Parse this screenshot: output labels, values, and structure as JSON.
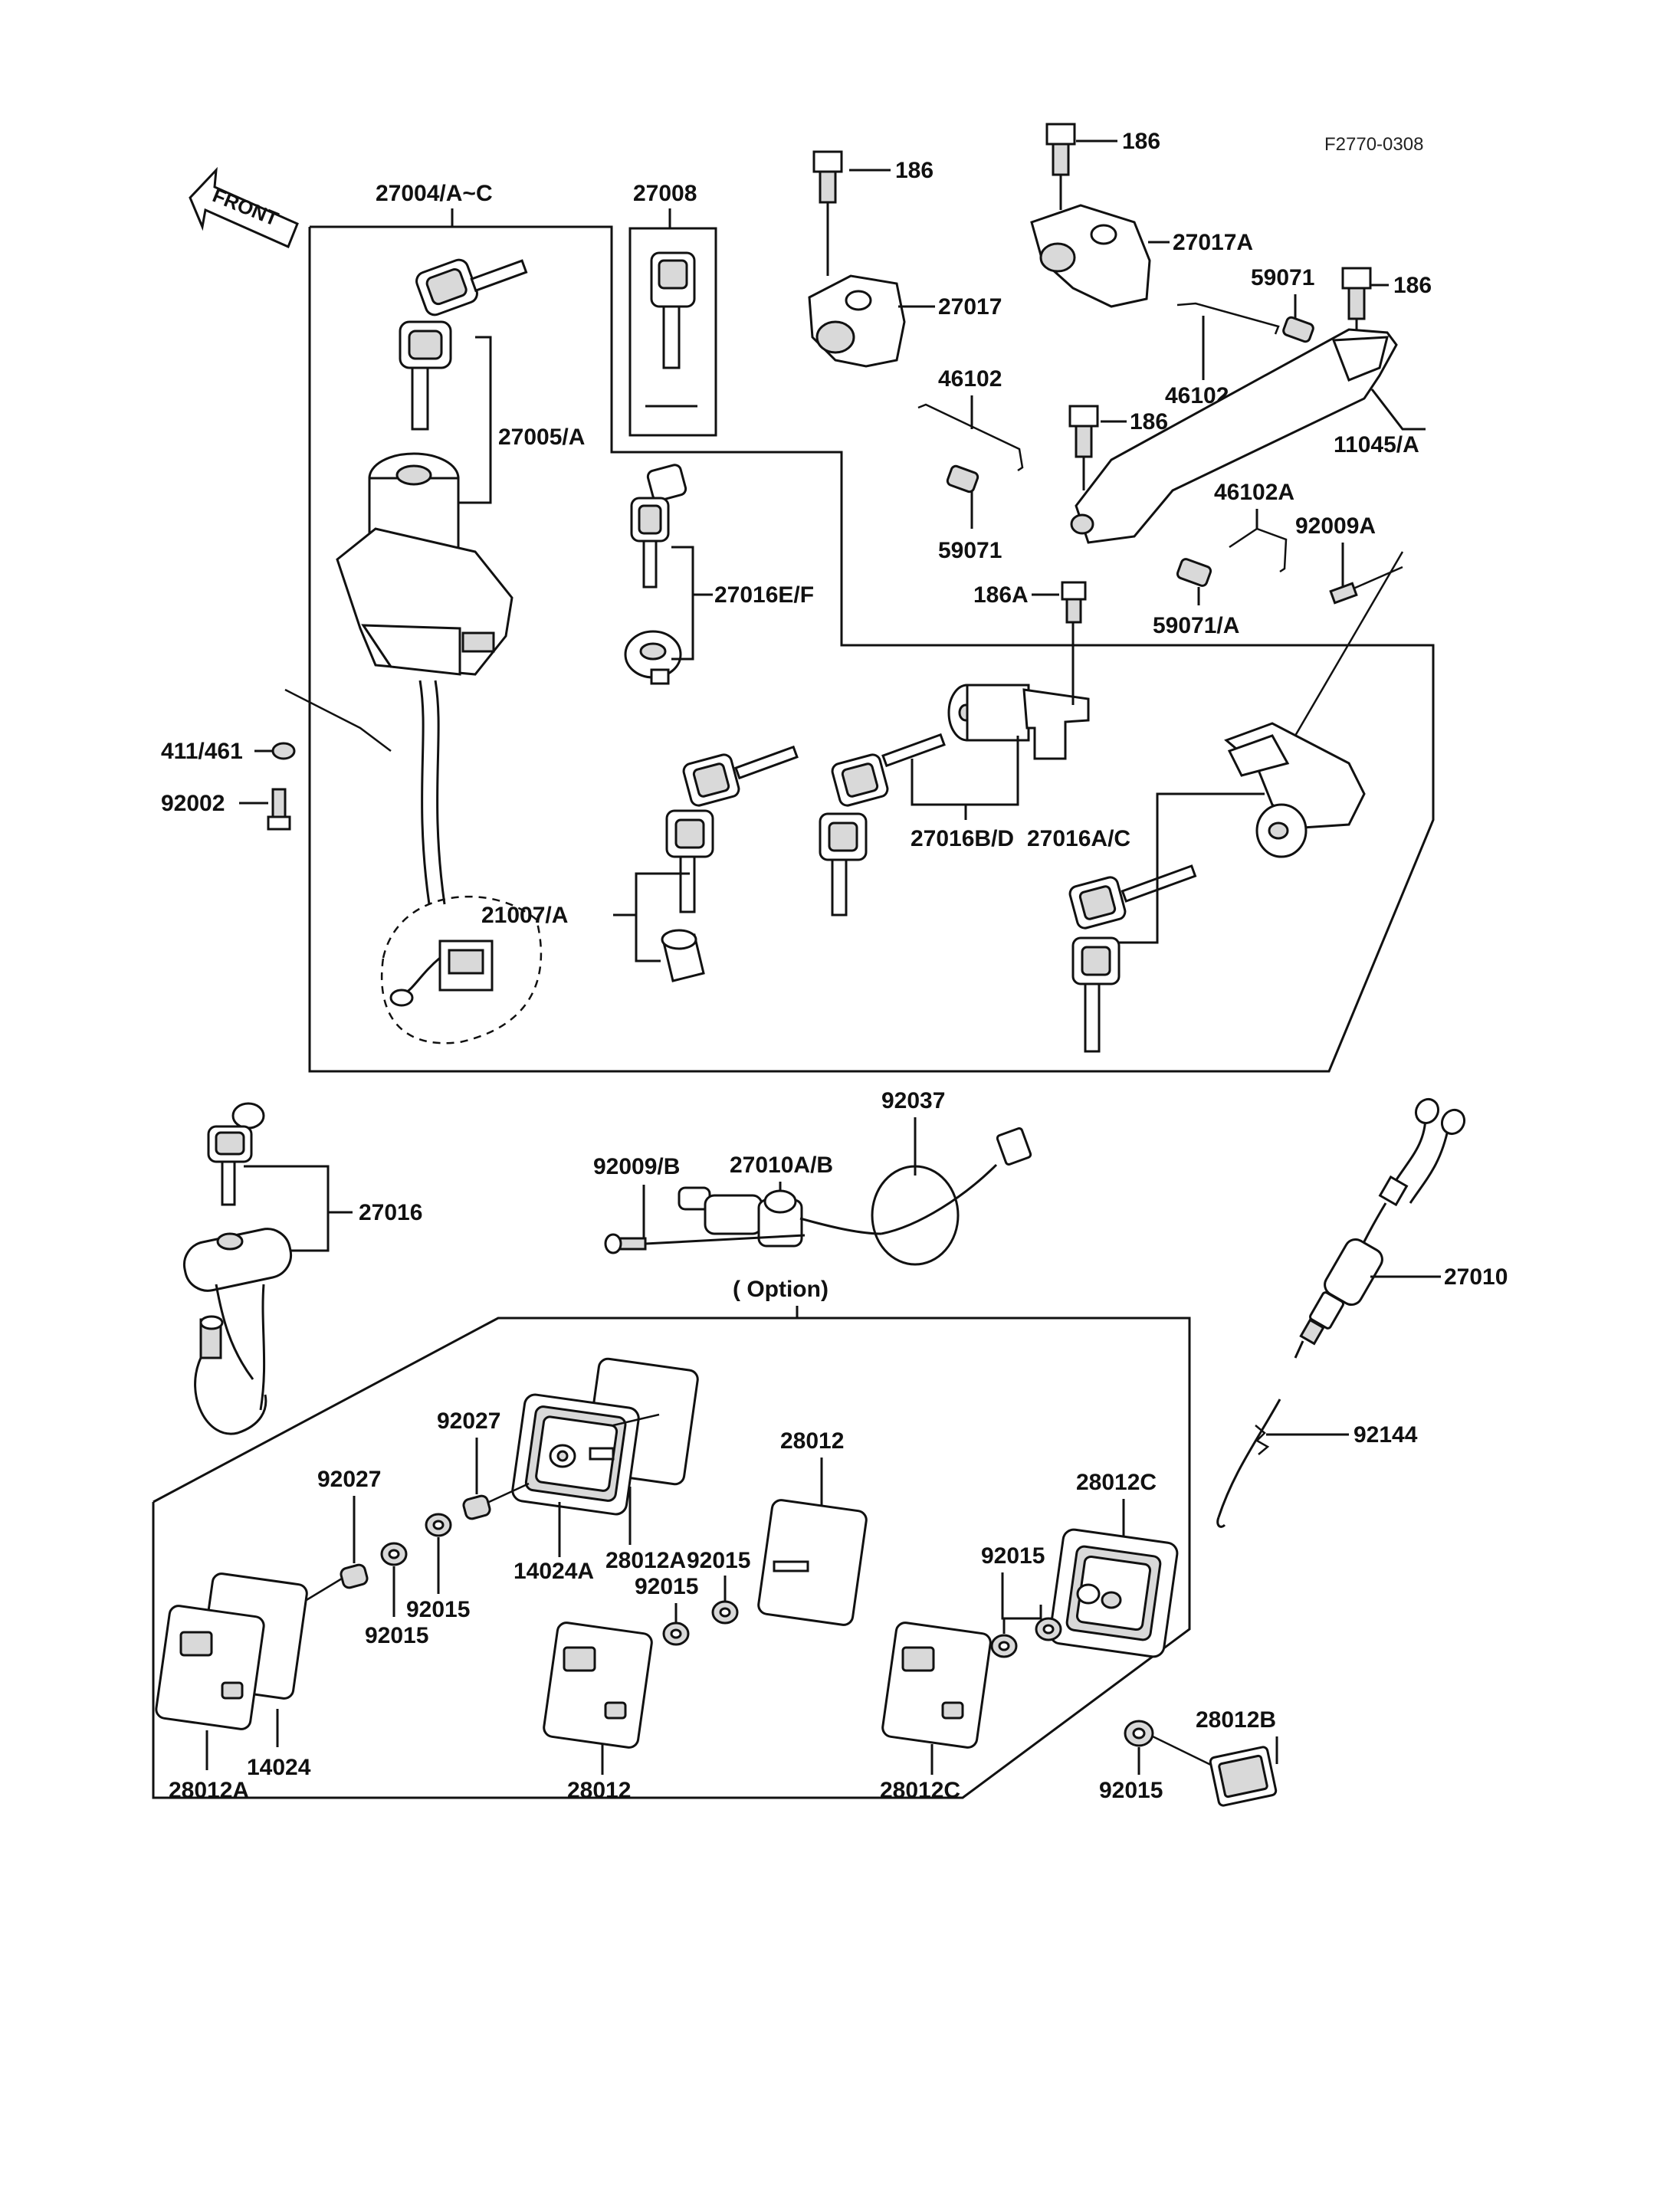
{
  "drawing_code": "F2770-0308",
  "front_arrow": "FRONT",
  "option_label": "( Option)",
  "labels": {
    "l27004": "27004/A~C",
    "l27008": "27008",
    "l186_a": "186",
    "l186_b": "186",
    "l186_c": "186",
    "l186_d": "186",
    "l27017": "27017",
    "l27017A": "27017A",
    "l59071_a": "59071",
    "l46102_a": "46102",
    "l46102_b": "46102",
    "l11045": "11045/A",
    "l59071_b": "59071",
    "l46102A": "46102A",
    "l92009A": "92009A",
    "l186A": "186A",
    "l59071A": "59071/A",
    "l27005": "27005/A",
    "l27016EF": "27016E/F",
    "l411": "411/461",
    "l92002": "92002",
    "l21007": "21007/A",
    "l27016BD": "27016B/D",
    "l27016AC": "27016A/C",
    "l27016": "27016",
    "l27010AB": "27010A/B",
    "l92037": "92037",
    "l92009B": "92009/B",
    "l27010": "27010",
    "l92144": "92144",
    "l92027_a": "92027",
    "l92027_b": "92027",
    "l28012A_a": "28012A",
    "l14024A": "14024A",
    "l28012_a": "28012",
    "l92015_a": "92015",
    "l92015_b": "92015",
    "l92015_c": "92015",
    "l92015_d": "92015",
    "l92015_e": "92015",
    "l92015_f": "92015",
    "l28012C_a": "28012C",
    "l14024": "14024",
    "l28012A_b": "28012A",
    "l28012_b": "28012",
    "l28012C_b": "28012C",
    "l28012B": "28012B"
  }
}
